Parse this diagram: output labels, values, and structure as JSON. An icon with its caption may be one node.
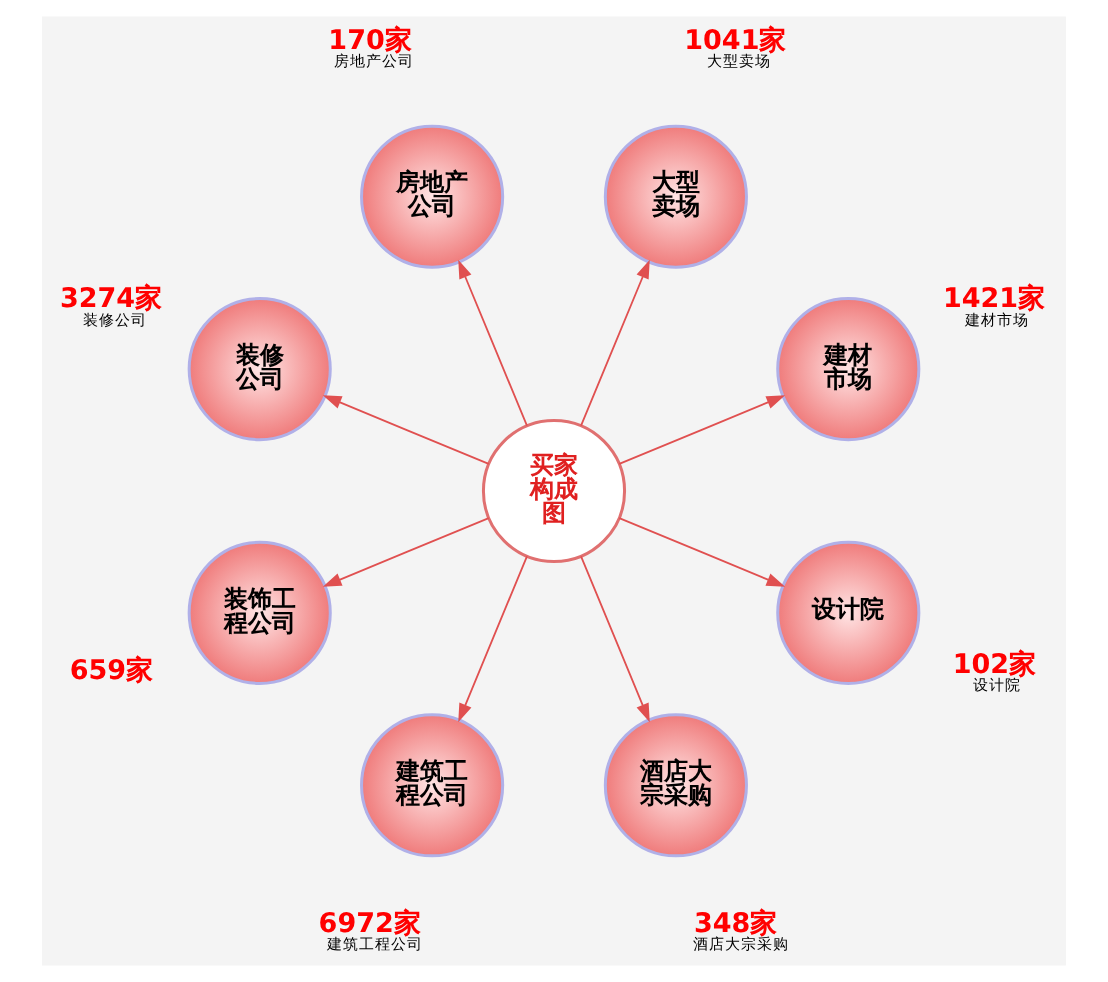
{
  "diagram": {
    "nodes": [
      {
        "text": [
          "买家构成图"
        ]
      },
      {
        "text": [
          "建材市场"
        ],
        "beside": [
          "1421家",
          "建材市场"
        ]
      },
      {
        "text": [
          "大型卖场"
        ],
        "beside": [
          "1041家",
          "大型卖场"
        ]
      },
      {
        "text": [
          "房地产公司"
        ],
        "beside": [
          "170家",
          "房地产公司"
        ]
      },
      {
        "text": [
          "装修公司"
        ],
        "beside": [
          "3274家",
          "装修公司"
        ]
      },
      {
        "text": [
          "装饰工程公司"
        ],
        "beside": [
          "659家"
        ]
      },
      {
        "text": [
          "建筑工程公司"
        ],
        "beside": [
          "6972家",
          "建筑工程公司"
        ]
      },
      {
        "text": [
          "酒店大宗采购"
        ],
        "beside": [
          "348家",
          "酒店大宗采购"
        ]
      },
      {
        "text": [
          "设计院"
        ],
        "beside": [
          "102家",
          "设计院"
        ]
      }
    ],
    "edges": [
      {
        "from": 0,
        "to": 1,
        "arrow": "to"
      },
      {
        "from": 0,
        "to": 2,
        "arrow": "to"
      },
      {
        "from": 0,
        "to": 3,
        "arrow": "to"
      },
      {
        "from": 0,
        "to": 4,
        "arrow": "to"
      },
      {
        "from": 0,
        "to": 5,
        "arrow": "to"
      },
      {
        "from": 0,
        "to": 6,
        "arrow": "to"
      },
      {
        "from": 0,
        "to": 7,
        "arrow": "to"
      },
      {
        "from": 0,
        "to": 8,
        "arrow": "to"
      }
    ]
  }
}
